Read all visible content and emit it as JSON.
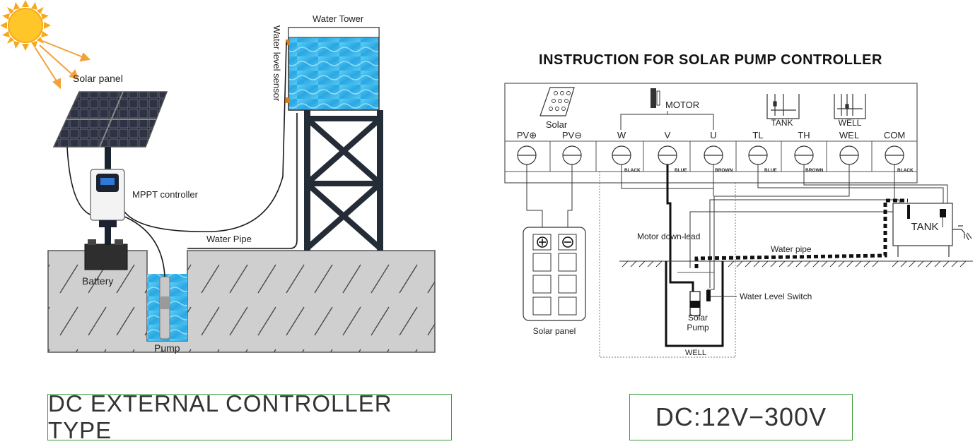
{
  "left": {
    "solar_panel": "Solar panel",
    "mppt_controller": "MPPT controller",
    "battery": "Battery",
    "pump": "Pump",
    "water_pipe": "Water Pipe",
    "water_tower": "Water Tower",
    "water_level_sensor": "Water level sensor",
    "caption": "DC EXTERNAL CONTROLLER TYPE"
  },
  "right": {
    "title": "INSTRUCTION FOR SOLAR PUMP CONTROLLER",
    "solar": "Solar",
    "motor": "MOTOR",
    "tank_icon": "TANK",
    "well_icon": "WELL",
    "terminals": [
      "PV⊕",
      "PV⊖",
      "W",
      "V",
      "U",
      "TL",
      "TH",
      "WEL",
      "COM"
    ],
    "wire_colors": [
      "BLACK",
      "BLUE",
      "BROWN",
      "BLUE",
      "BROWN",
      "BLACK"
    ],
    "solar_panel": "Solar  panel",
    "motor_down_lead": "Motor down-lead",
    "water_pipe": "Water  pipe",
    "tank": "TANK",
    "water_level_switch": "Water Level Switch",
    "solar_pump_1": "Solar",
    "solar_pump_2": "Pump",
    "well": "WELL",
    "caption": "DC:12V−300V"
  }
}
